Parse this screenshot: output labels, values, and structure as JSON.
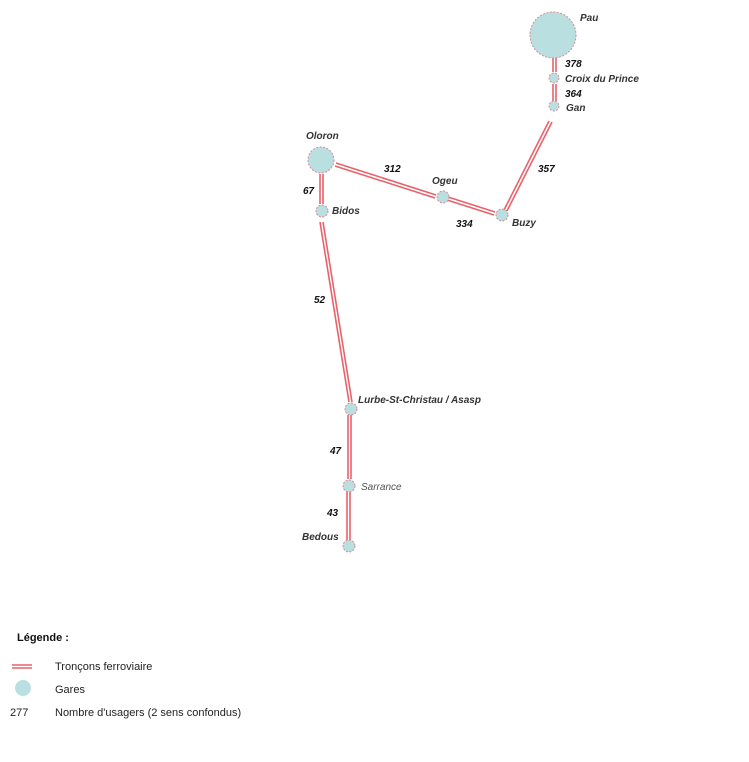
{
  "colors": {
    "track": "#e8626a",
    "station_fill": "#b9dfe0",
    "station_stroke": "#d98a96"
  },
  "stations": {
    "pau": "Pau",
    "croix": "Croix du Prince",
    "gan": "Gan",
    "oloron": "Oloron",
    "ogeu": "Ogeu",
    "buzy": "Buzy",
    "bidos": "Bidos",
    "lurbe": "Lurbe-St-Christau / Asasp",
    "sarrance": "Sarrance",
    "bedous": "Bedous"
  },
  "segments": {
    "pau_croix": "378",
    "croix_gan": "364",
    "gan_buzy": "357",
    "oloron_ogeu": "312",
    "ogeu_buzy": "334",
    "oloron_bidos": "67",
    "bidos_lurbe": "52",
    "lurbe_sarrance": "47",
    "sarrance_bedous": "43"
  },
  "legend": {
    "title": "Légende :",
    "tracks": "Tronçons ferroviaire",
    "stations": "Gares",
    "sample_number": "277",
    "users": "Nombre d'usagers (2 sens confondus)"
  }
}
